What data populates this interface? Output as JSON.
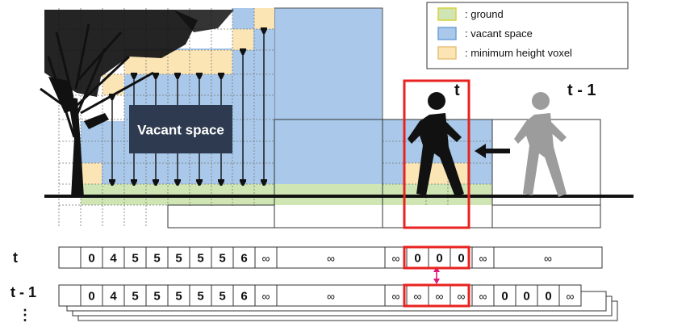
{
  "legend": {
    "items": [
      {
        "label": ": ground",
        "color": "#cfe6b4",
        "stroke": "#d7d23c"
      },
      {
        "label": ": vacant space",
        "color": "#a9c8ea",
        "stroke": "#6fa1d8"
      },
      {
        "label": ": minimum height voxel",
        "color": "#fbe5b5",
        "stroke": "#e6c27a"
      }
    ]
  },
  "scene": {
    "vacant_label": "Vacant space",
    "label_t": "t",
    "label_t_minus_1": "t - 1"
  },
  "rows": {
    "t": {
      "label": "t",
      "cells": [
        "",
        "0",
        "4",
        "5",
        "5",
        "5",
        "5",
        "5",
        "6",
        "∞",
        "∞",
        "∞",
        "0",
        "0",
        "0",
        "∞",
        "∞"
      ]
    },
    "t_minus_1": {
      "label": "t - 1",
      "cells": [
        "",
        "0",
        "4",
        "5",
        "5",
        "5",
        "5",
        "5",
        "6",
        "∞",
        "∞",
        "∞",
        "∞",
        "∞",
        "∞",
        "∞",
        "0",
        "0",
        "0",
        "∞"
      ]
    },
    "more_label": "⋮"
  },
  "colors": {
    "ground": "#cfe6b4",
    "vacant": "#a9c8ea",
    "min_voxel": "#fbe5b5",
    "highlight": "#e8231f",
    "link": "#e0197a",
    "vacant_box": "#2d3a4f"
  }
}
